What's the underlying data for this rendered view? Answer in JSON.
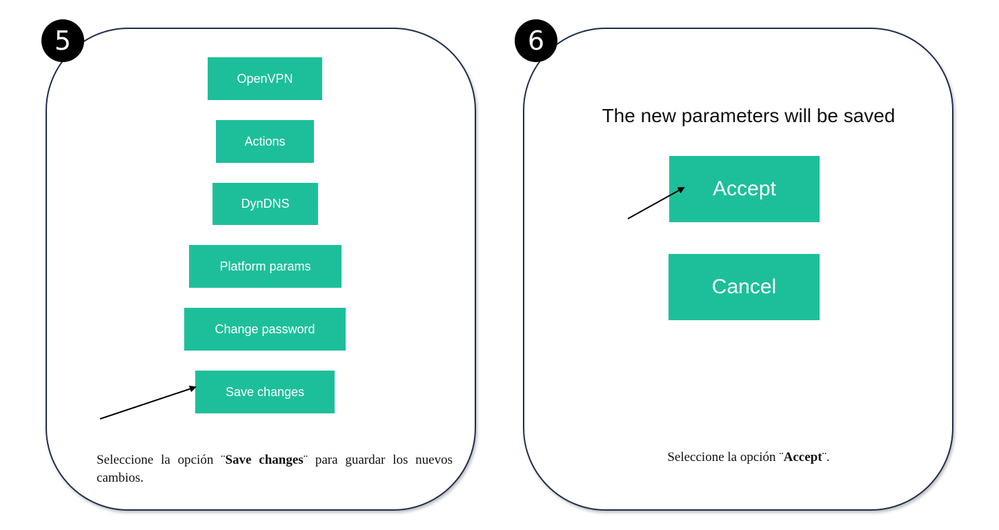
{
  "step5": {
    "number": "5",
    "buttons": {
      "openvpn": "OpenVPN",
      "actions": "Actions",
      "dyndns": "DynDNS",
      "platform_params": "Platform params",
      "change_password": "Change password",
      "save_changes": "Save changes"
    },
    "caption": {
      "prefix": "Seleccione la opción ¨",
      "bold": "Save changes",
      "suffix": "¨ para guardar los nuevos cambios."
    }
  },
  "step6": {
    "number": "6",
    "heading": "The new parameters will be saved",
    "buttons": {
      "accept": "Accept",
      "cancel": "Cancel"
    },
    "caption": {
      "prefix": "Seleccione la opción ¨",
      "bold": "Accept",
      "suffix": "¨."
    }
  },
  "colors": {
    "button": "#1dbf9b",
    "panel_border": "#1f2d4d",
    "badge": "#000000"
  }
}
